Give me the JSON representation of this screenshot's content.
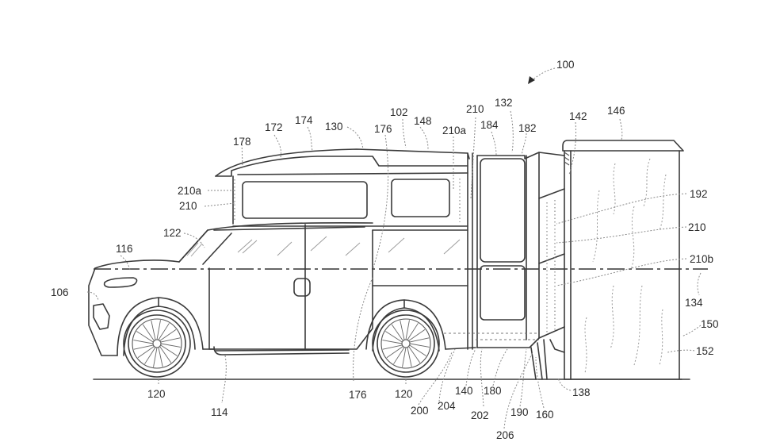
{
  "figure": {
    "title": "Patent drawing – vehicle with rear-mounted cargo module",
    "reference_numerals": {
      "assembly": "100",
      "vehicle_body": "102",
      "front_end": "106",
      "rocker_panel": "114",
      "hood": "116",
      "wheel_front": "120",
      "wheel_rear": "120",
      "windshield": "122",
      "roof": "130",
      "rear_opening": "132",
      "centerline": "134",
      "hitch_interface": "138",
      "floor_extension": "140",
      "door_edge": "142",
      "module_roof": "146",
      "roof_rear": "148",
      "module": "150",
      "module_wall": "152",
      "support_legs": "160",
      "roof_rail": "172",
      "roof_crown": "174",
      "pillar_left": "176",
      "pillar_right": "176",
      "roof_front": "178",
      "lower_panel": "180",
      "upper_panel": "182",
      "door_frame": "184",
      "sill": "190",
      "module_interior": "192",
      "wheel_well": "200",
      "floor_channel": "202",
      "fender_edge": "204",
      "step": "206",
      "seal_front": "210",
      "seal_front_a": "210a",
      "seal_top": "210",
      "seal_top_a": "210a",
      "seal_module": "210",
      "seal_module_b": "210b"
    }
  }
}
